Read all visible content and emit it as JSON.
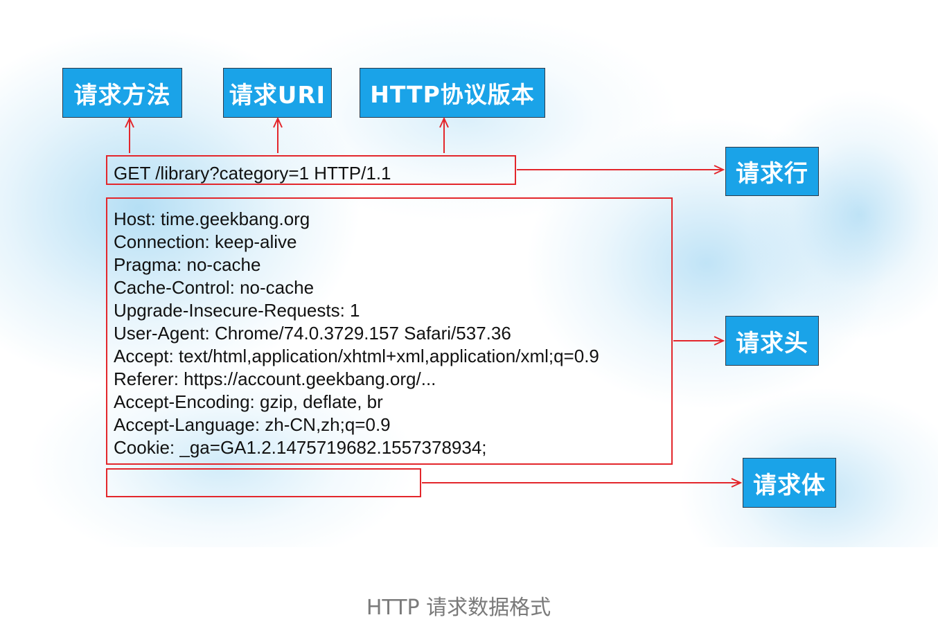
{
  "labels": {
    "method": "请求方法",
    "uri": "请求URI",
    "version": "HTTP协议版本",
    "request_line": "请求行",
    "request_headers": "请求头",
    "request_body": "请求体"
  },
  "request_line": "GET /library?category=1 HTTP/1.1",
  "headers": [
    "Host: time.geekbang.org",
    "Connection: keep-alive",
    "Pragma: no-cache",
    "Cache-Control: no-cache",
    "Upgrade-Insecure-Requests: 1",
    "User-Agent: Chrome/74.0.3729.157 Safari/537.36",
    "Accept: text/html,application/xhtml+xml,application/xml;q=0.9",
    "Referer: https://account.geekbang.org/...",
    "Accept-Encoding: gzip, deflate, br",
    "Accept-Language: zh-CN,zh;q=0.9",
    "Cookie: _ga=GA1.2.1475719682.1557378934;"
  ],
  "caption": "HTTP 请求数据格式",
  "colors": {
    "label_fill": "#1aa3e8",
    "frame_stroke": "#e3262b",
    "arrow": "#e3262b"
  }
}
